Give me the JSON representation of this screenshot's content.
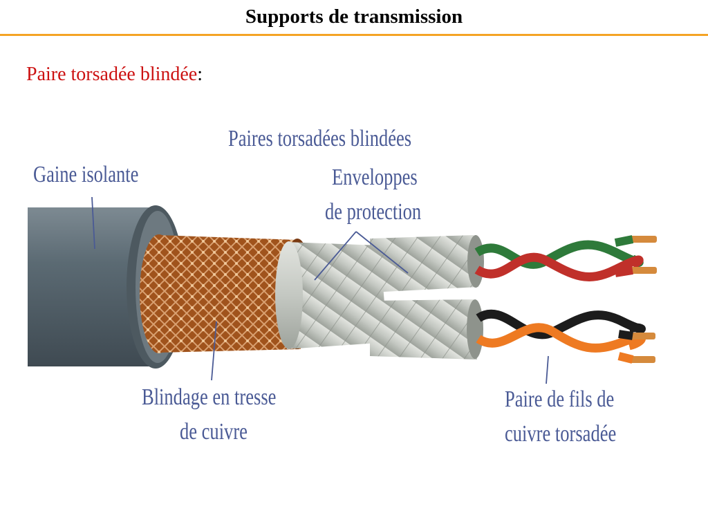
{
  "page": {
    "title": "Supports de transmission",
    "subtitle_red": "Paire torsadée blindée",
    "subtitle_colon": ":"
  },
  "diagram": {
    "labels": {
      "gaine": "Gaine isolante",
      "paires": "Paires torsadées blindées",
      "enveloppes_1": "Enveloppes",
      "enveloppes_2": "de protection",
      "blindage_1": "Blindage en tresse",
      "blindage_2": "de cuivre",
      "fils_1": "Paire de fils de",
      "fils_2": "cuivre torsadée"
    },
    "colors": {
      "label_text": "#4a5a95",
      "jacket": "#5a6a74",
      "copper_braid": "#a0531c",
      "foil": "#c9ccc6",
      "wire_green": "#2e7a3a",
      "wire_red": "#c0302a",
      "wire_black": "#1c1c1c",
      "wire_orange": "#ee7a22",
      "title_rule": "#f4a324",
      "subtitle_red": "#cc1111"
    }
  }
}
